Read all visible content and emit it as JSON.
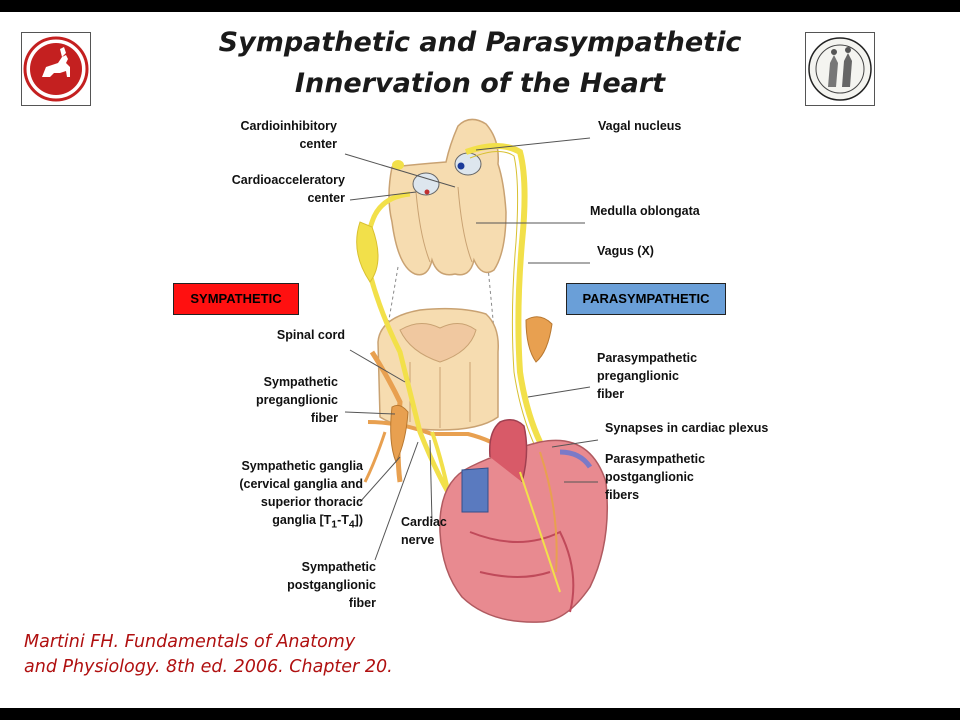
{
  "slide": {
    "title_line1": "Sympathetic and Parasympathetic",
    "title_line2": "Innervation of the Heart",
    "citation_line1": "Martini FH. Fundamentals of Anatomy",
    "citation_line2": "and Physiology. 8th ed. 2006. Chapter 20."
  },
  "logos": {
    "left": "red-centaur-seal",
    "right": "engraved-figures-seal"
  },
  "boxes": {
    "sympathetic": "SYMPATHETIC",
    "parasympathetic": "PARASYMPATHETIC"
  },
  "labels": {
    "cardioinhibitory_1": "Cardioinhibitory",
    "cardioinhibitory_2": "center",
    "cardioacceleratory_1": "Cardioacceleratory",
    "cardioacceleratory_2": "center",
    "vagal_nucleus": "Vagal nucleus",
    "medulla_oblongata": "Medulla oblongata",
    "vagus": "Vagus (X)",
    "spinal_cord": "Spinal cord",
    "symp_pre_1": "Sympathetic",
    "symp_pre_2": "preganglionic",
    "symp_pre_3": "fiber",
    "para_pre_1": "Parasympathetic",
    "para_pre_2": "preganglionic",
    "para_pre_3": "fiber",
    "synapses": "Synapses in cardiac plexus",
    "para_post_1": "Parasympathetic",
    "para_post_2": "postganglionic",
    "para_post_3": "fibers",
    "symp_ganglia_1": "Sympathetic ganglia",
    "symp_ganglia_2": "(cervical ganglia and",
    "symp_ganglia_3": "superior thoracic",
    "symp_ganglia_4_prefix": "ganglia [T",
    "symp_ganglia_4_sub1": "1",
    "symp_ganglia_4_dash": "-T",
    "symp_ganglia_4_sub2": "4",
    "symp_ganglia_4_suffix": "])",
    "cardiac_nerve_1": "Cardiac",
    "cardiac_nerve_2": "nerve",
    "symp_post_1": "Sympathetic",
    "symp_post_2": "postganglionic",
    "symp_post_3": "fiber"
  },
  "colors": {
    "sympathetic_box": "#ff1010",
    "parasympathetic_box": "#6a9fd8",
    "citation": "#b01010",
    "nerve_yellow": "#f2e04a",
    "sympathetic_nerve": "#e8a050",
    "heart": "#e88a90"
  }
}
